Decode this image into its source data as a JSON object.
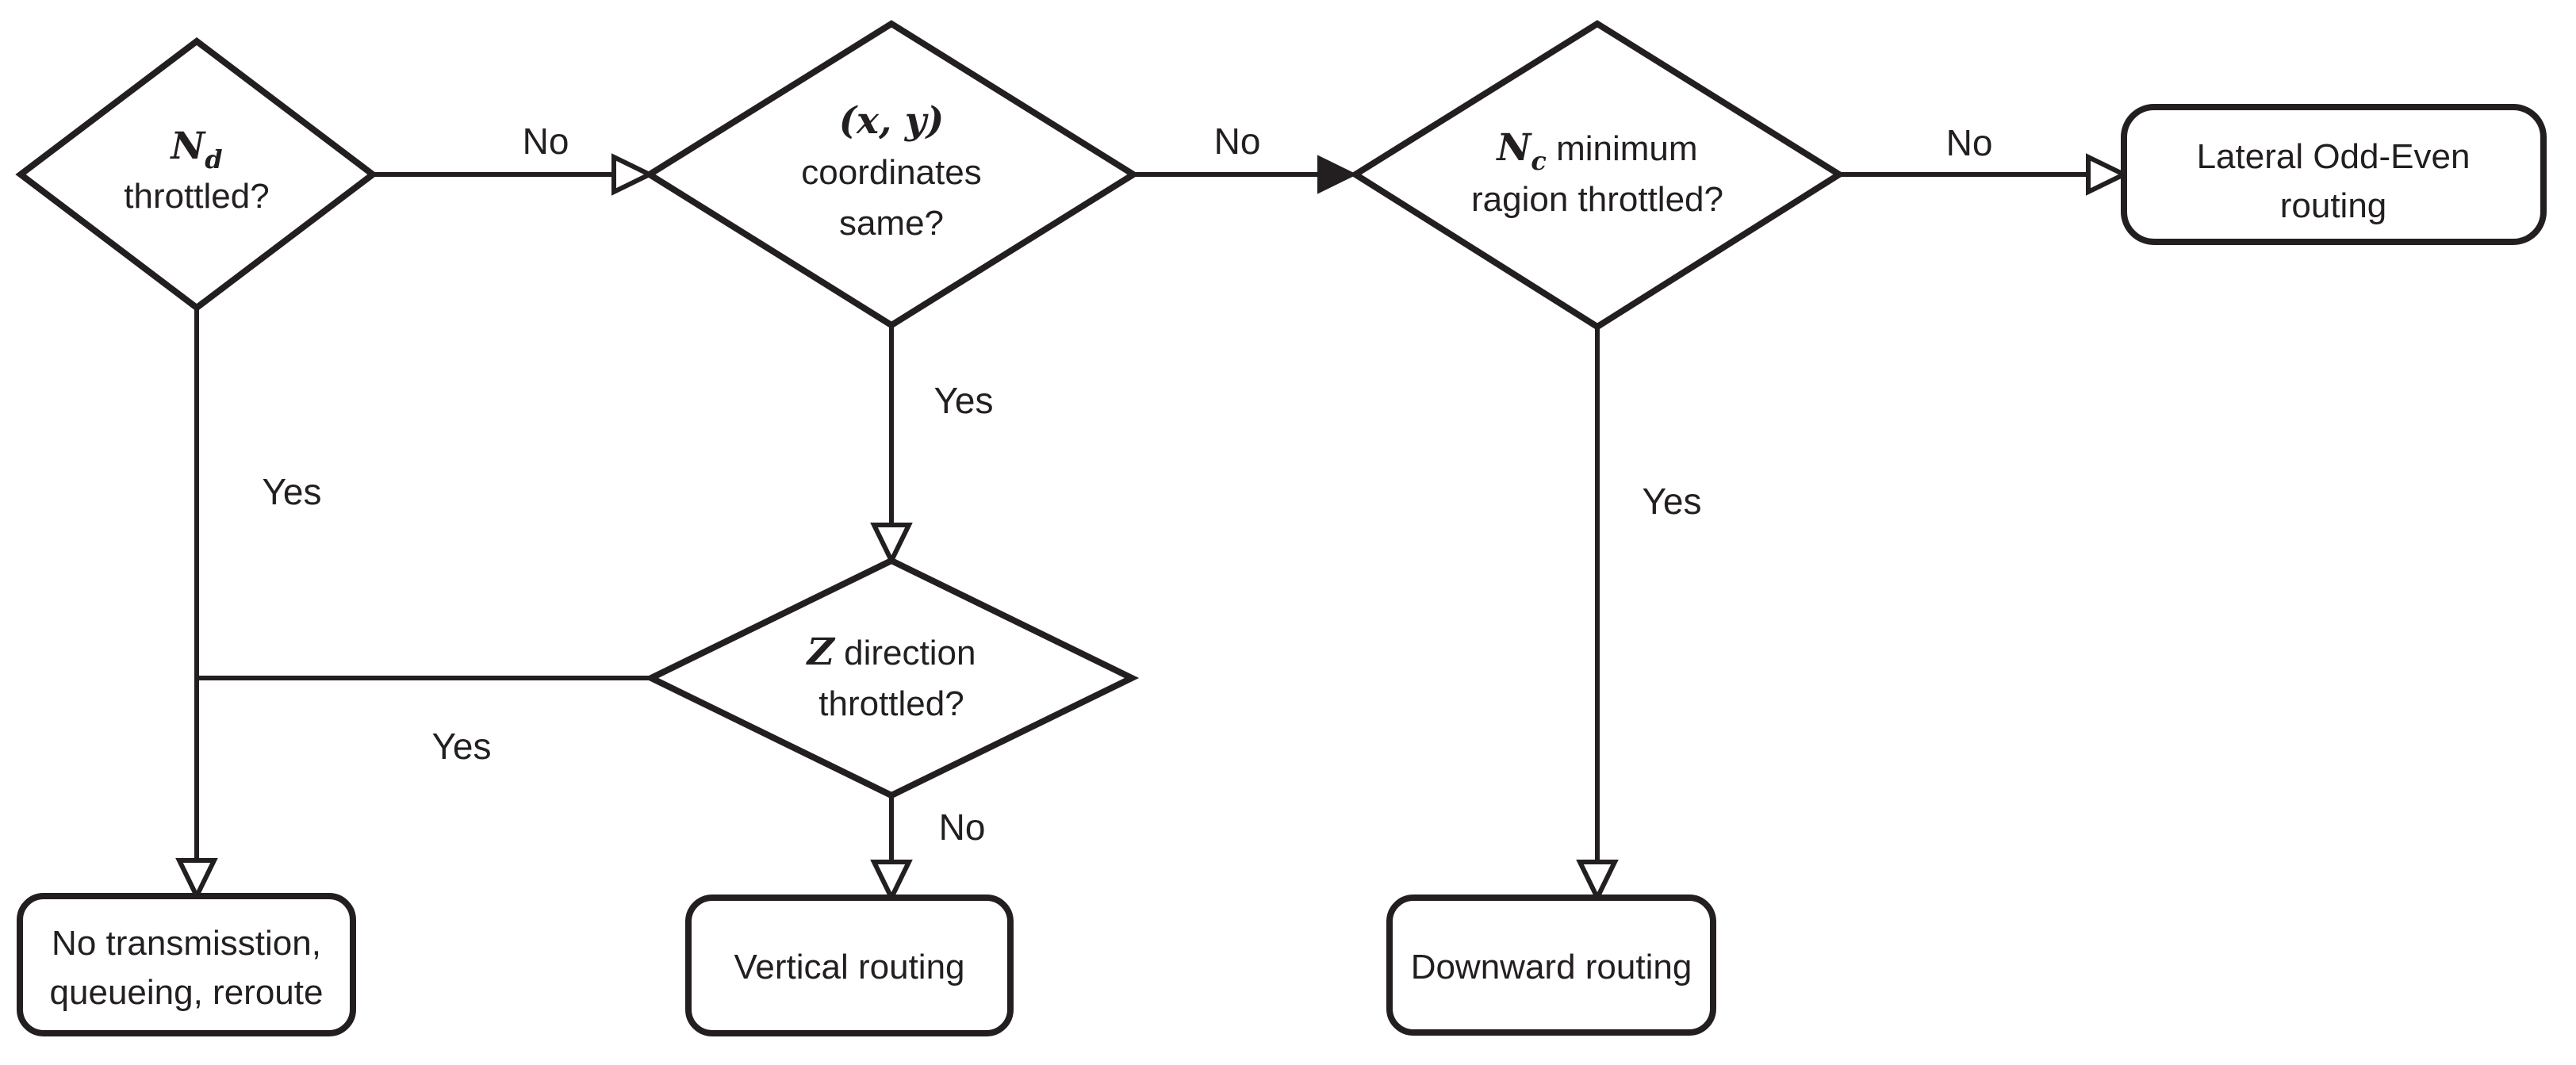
{
  "figure": {
    "type": "flowchart",
    "background_color": "#ffffff",
    "stroke_color": "#231f20"
  },
  "nodes": {
    "d1": {
      "math_symbol": "N",
      "subscript": "d",
      "line2": "throttled?"
    },
    "d2": {
      "math_line": "(x, y)",
      "line2": "coordinates",
      "line3": "same?"
    },
    "d3": {
      "math_symbol": "N",
      "subscript": "c",
      "line1_rest": " minimum",
      "line2": "ragion throttled?"
    },
    "d4": {
      "math_symbol": "Z",
      "line1_rest": " direction",
      "line2": "throttled?"
    },
    "no_transmission": {
      "line1": "No transmisstion,",
      "line2": "queueing, reroute"
    },
    "vertical_routing": {
      "line1": "Vertical routing"
    },
    "downward_routing": {
      "line1": "Downward routing"
    },
    "lateral_odd_even": {
      "line1": "Lateral Odd-Even",
      "line2": "routing"
    }
  },
  "edges": [
    {
      "from": "Nd throttled?",
      "to": "(x,y) coordinates same?",
      "label": "No"
    },
    {
      "from": "(x,y) coordinates same?",
      "to": "Nc minimum ragion throttled?",
      "label": "No"
    },
    {
      "from": "Nc minimum ragion throttled?",
      "to": "Lateral Odd-Even routing",
      "label": "No"
    },
    {
      "from": "Nd throttled?",
      "to": "No transmisstion, queueing, reroute",
      "label": "Yes"
    },
    {
      "from": "(x,y) coordinates same?",
      "to": "Z direction throttled?",
      "label": "Yes"
    },
    {
      "from": "Z direction throttled?",
      "to": "No transmisstion, queueing, reroute",
      "label": "Yes"
    },
    {
      "from": "Z direction throttled?",
      "to": "Vertical routing",
      "label": "No"
    },
    {
      "from": "Nc minimum ragion throttled?",
      "to": "Downward routing",
      "label": "Yes"
    }
  ]
}
